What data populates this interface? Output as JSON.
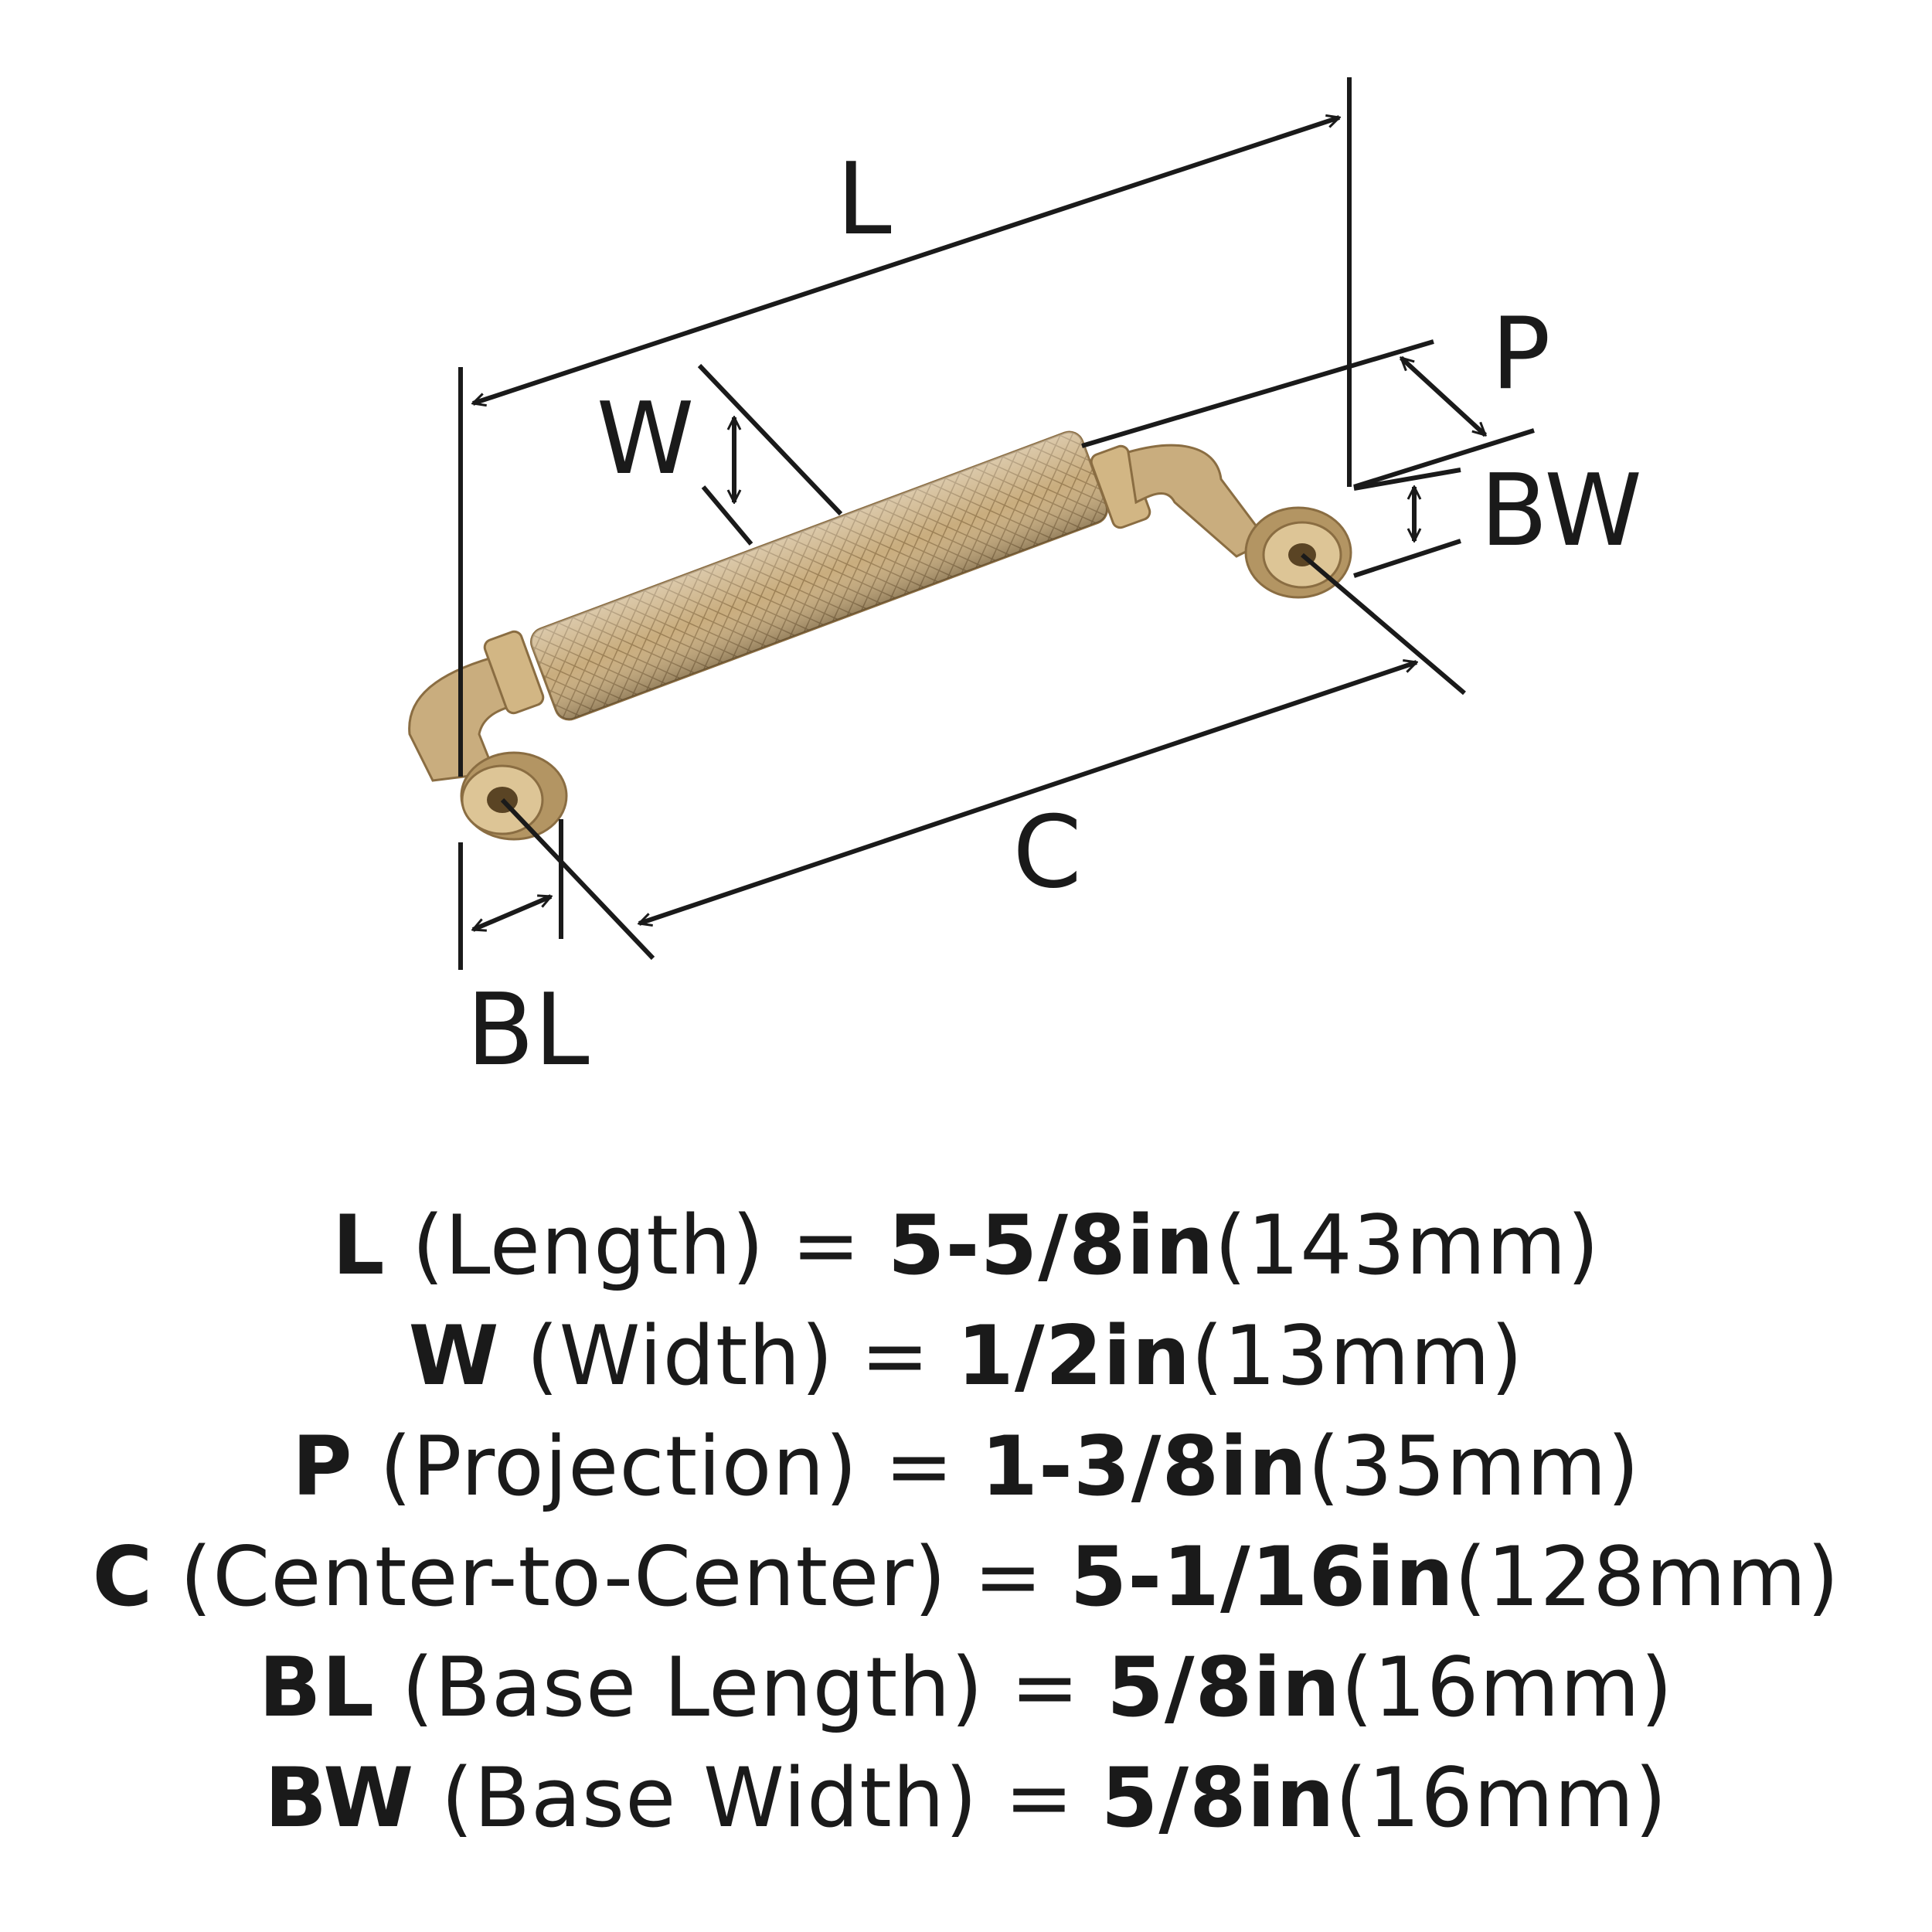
{
  "diagram": {
    "labels": {
      "L": "L",
      "W": "W",
      "P": "P",
      "BW": "BW",
      "C": "C",
      "BL": "BL"
    },
    "colors": {
      "finish": "#c9ad7e",
      "finish_dark": "#8a6d42",
      "finish_light": "#ecd9b2",
      "line": "#1a1a1a"
    }
  },
  "specs": [
    {
      "code": "L",
      "desc": " (Length) = ",
      "imperial": "5-5/8in",
      "metric": "(143mm)"
    },
    {
      "code": "W",
      "desc": " (Width) = ",
      "imperial": "1/2in",
      "metric": "(13mm)"
    },
    {
      "code": "P",
      "desc": " (Projection) = ",
      "imperial": "1-3/8in",
      "metric": "(35mm)"
    },
    {
      "code": "C",
      "desc": " (Center-to-Center) = ",
      "imperial": "5-1/16in",
      "metric": "(128mm)"
    },
    {
      "code": "BL",
      "desc": " (Base Length) = ",
      "imperial": "5/8in",
      "metric": "(16mm)"
    },
    {
      "code": "BW",
      "desc": " (Base Width) = ",
      "imperial": "5/8in",
      "metric": "(16mm)"
    }
  ]
}
